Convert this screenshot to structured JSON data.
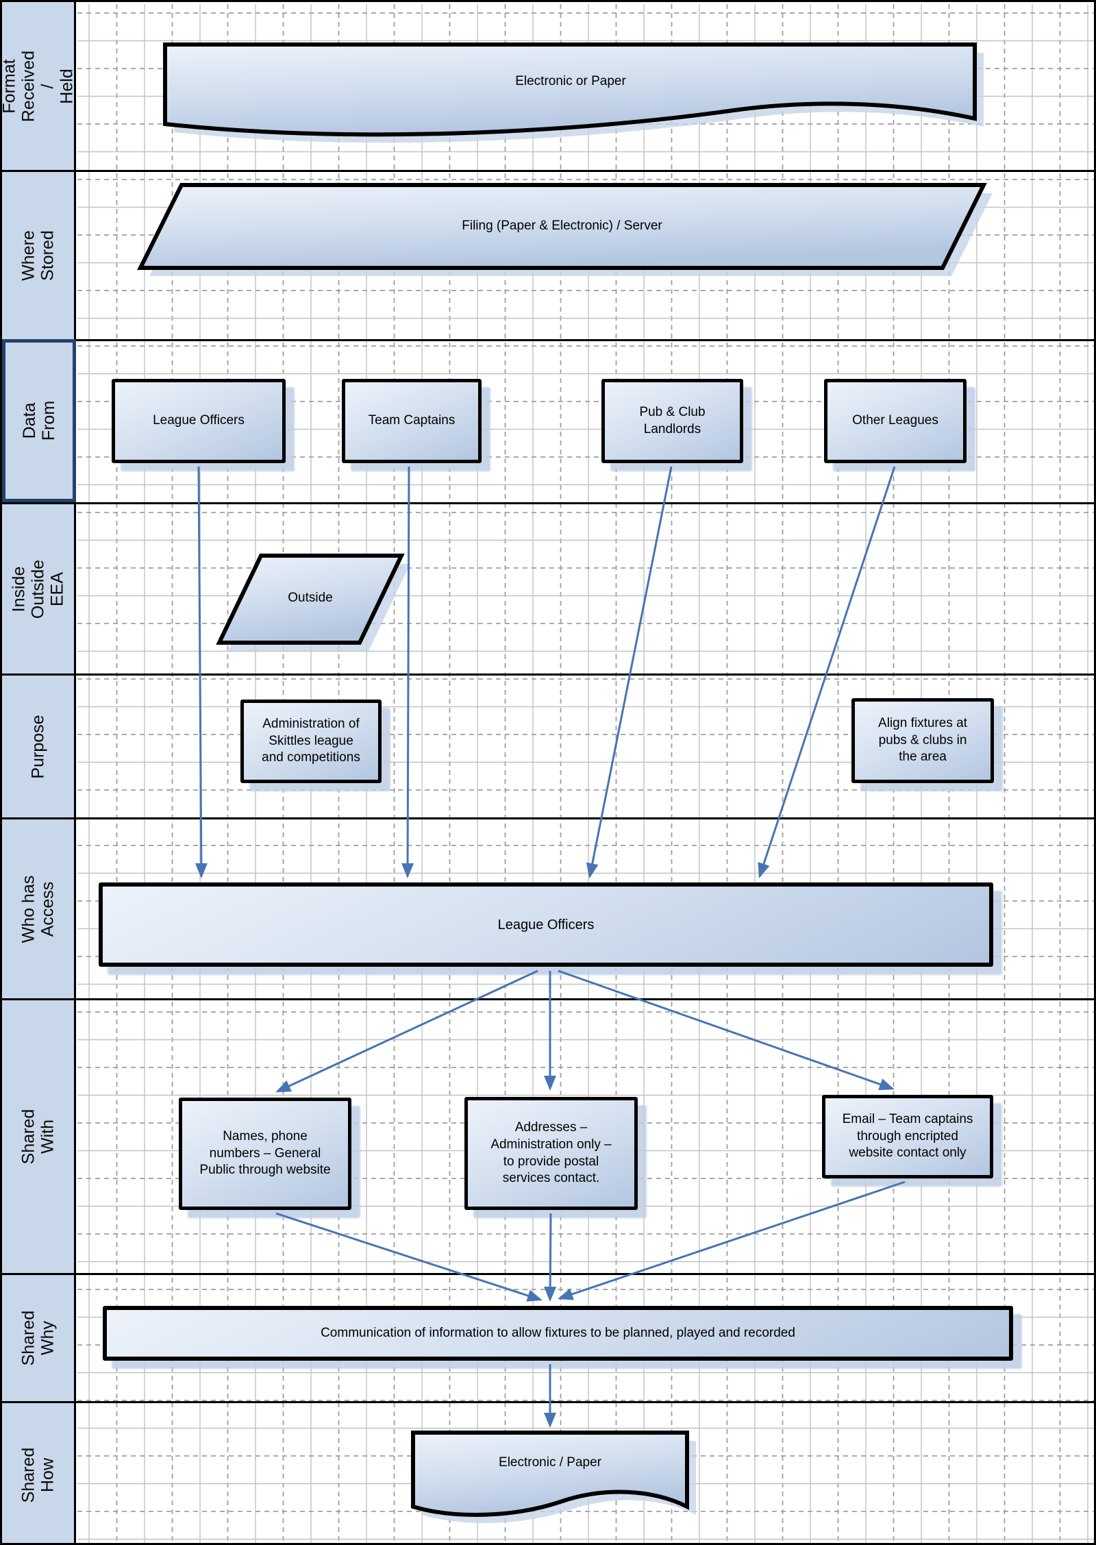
{
  "diagram": {
    "lanes": [
      {
        "id": "format-received-held",
        "label": "Format\nReceived /\nHeld"
      },
      {
        "id": "where-stored",
        "label": "Where Stored"
      },
      {
        "id": "data-from",
        "label": "Data From",
        "highlighted": true
      },
      {
        "id": "inside-outside-eea",
        "label": "Inside Outside\nEEA"
      },
      {
        "id": "purpose",
        "label": "Purpose"
      },
      {
        "id": "who-has-access",
        "label": "Who has\nAccess"
      },
      {
        "id": "shared-with",
        "label": "Shared With"
      },
      {
        "id": "shared-why",
        "label": "Shared\nWhy"
      },
      {
        "id": "shared-how",
        "label": "Shared\nHow"
      }
    ],
    "shapes": {
      "format_document": "Electronic or Paper",
      "storage": "Filing (Paper & Electronic) / Server",
      "source_league_officers": "League Officers",
      "source_team_captains": "Team Captains",
      "source_pub_club": "Pub & Club\nLandlords",
      "source_other_leagues": "Other Leagues",
      "eea_outside": "Outside",
      "purpose_admin": "Administration of\nSkittles league\nand competitions",
      "purpose_align": "Align fixtures at\npubs & clubs in\nthe area",
      "access_bar": "League Officers",
      "shared_names": "Names, phone\nnumbers – General\nPublic through website",
      "shared_addresses": "Addresses –\nAdministration only –\nto provide postal\nservices contact.",
      "shared_email": "Email – Team captains\nthrough encripted\nwebsite contact only",
      "shared_why_bar": "Communication of information to allow fixtures to be planned, played and recorded",
      "shared_how_document": "Electronic / Paper"
    },
    "colors": {
      "lane_bg": "#c9d7ea",
      "lane_border": "#000000",
      "highlight_border": "#24406e",
      "shape_fill_light": "#edf2fa",
      "shape_fill_dark": "#b3c6e0",
      "shape_border": "#000000",
      "arrow": "#4874b4",
      "shadow": "#c6d4e9",
      "grid_solid": "#c2c2c2",
      "grid_dashed": "#9f9f9f"
    }
  }
}
